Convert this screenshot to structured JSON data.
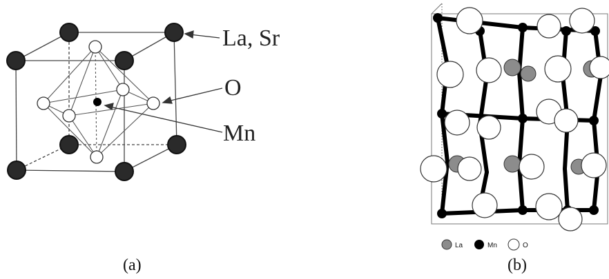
{
  "panel_a": {
    "labels": {
      "la_sr": "La, Sr",
      "o": "O",
      "mn": "Mn"
    },
    "caption": "(a)"
  },
  "panel_b": {
    "legend": [
      {
        "label": "La",
        "color": "#8c8c8c"
      },
      {
        "label": "Mn",
        "color": "#000000"
      },
      {
        "label": "O",
        "color": "#ffffff"
      }
    ],
    "caption": "(b)"
  },
  "colors": {
    "la_sr_atom": "#2a2a2a",
    "mn_atom": "#000000",
    "o_atom": "#ffffff",
    "la_atom_b": "#8c8c8c"
  }
}
